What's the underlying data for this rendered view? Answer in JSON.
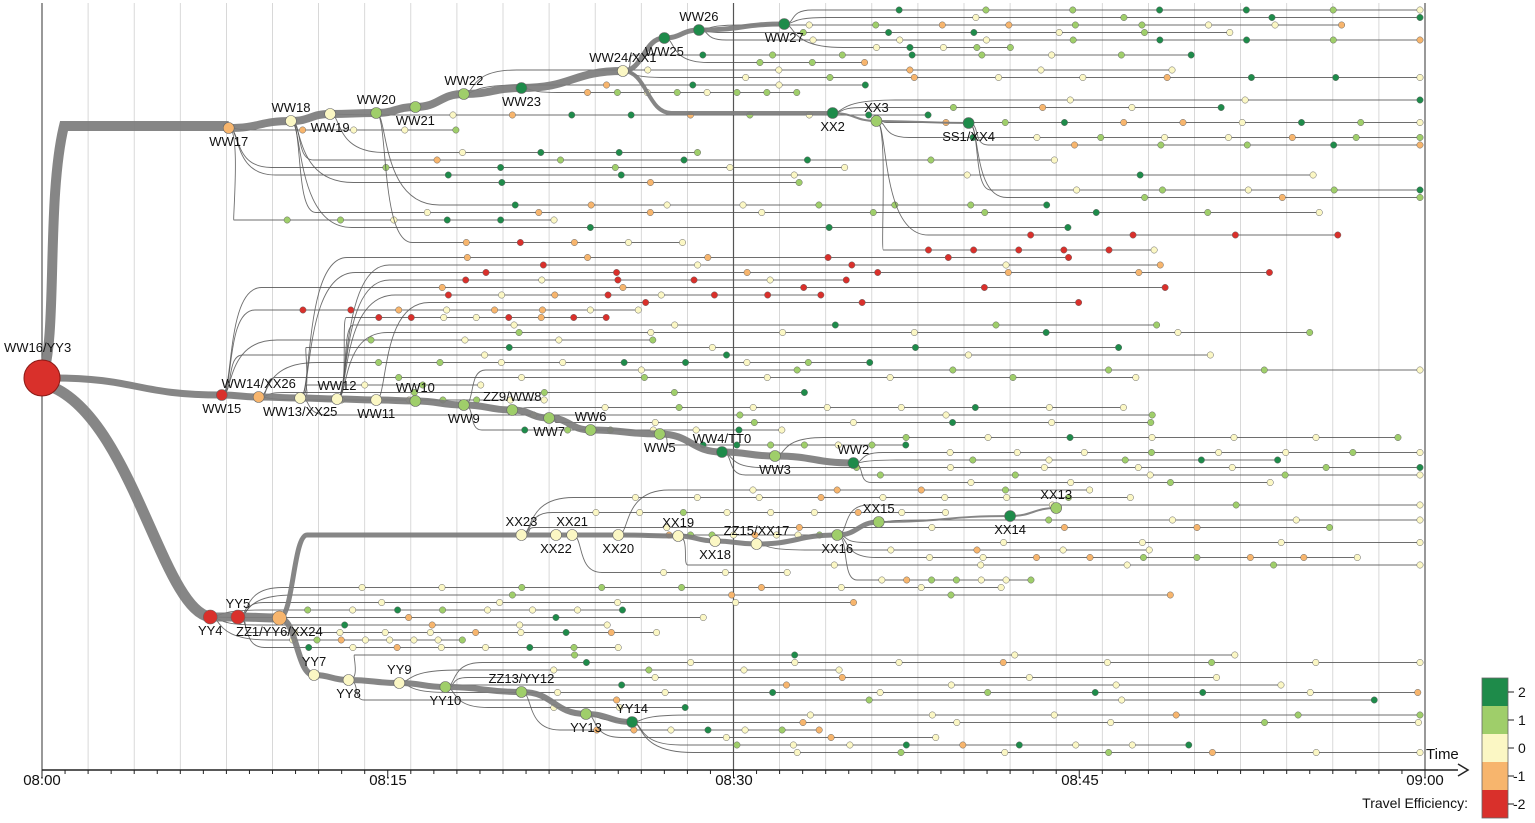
{
  "chart_data": {
    "type": "flow-tree",
    "time_axis": {
      "title": "Time",
      "ticks": [
        "08:00",
        "08:15",
        "08:30",
        "08:45",
        "09:00"
      ]
    },
    "legend": {
      "title": "Travel Efficiency:",
      "placement": "bottom-right",
      "entries": [
        {
          "label": "2",
          "color": "#1e8b4a"
        },
        {
          "label": "1",
          "color": "#9fce6a"
        },
        {
          "label": "0",
          "color": "#fbf7c4"
        },
        {
          "label": "-1",
          "color": "#f7b56d"
        },
        {
          "label": "-2",
          "color": "#d9302b"
        }
      ]
    },
    "root": {
      "label": "WW16/YY3",
      "time_min": 0,
      "efficiency": -2
    },
    "nodes": [
      {
        "label": "WW17",
        "time_min": 8.1,
        "efficiency": -1
      },
      {
        "label": "WW18",
        "time_min": 10.8,
        "efficiency": 0
      },
      {
        "label": "WW19",
        "time_min": 12.5,
        "efficiency": 0
      },
      {
        "label": "WW20",
        "time_min": 14.5,
        "efficiency": 1
      },
      {
        "label": "WW21",
        "time_min": 16.2,
        "efficiency": 1
      },
      {
        "label": "WW22",
        "time_min": 18.3,
        "efficiency": 1
      },
      {
        "label": "WW23",
        "time_min": 20.8,
        "efficiency": 2
      },
      {
        "label": "WW24/XX1",
        "time_min": 25.2,
        "efficiency": 0
      },
      {
        "label": "WW25",
        "time_min": 27.0,
        "efficiency": 2
      },
      {
        "label": "WW26",
        "time_min": 28.5,
        "efficiency": 2
      },
      {
        "label": "WW27",
        "time_min": 32.2,
        "efficiency": 2
      },
      {
        "label": "XX2",
        "time_min": 34.3,
        "efficiency": 2
      },
      {
        "label": "XX3",
        "time_min": 36.2,
        "efficiency": 1
      },
      {
        "label": "SS1/XX4",
        "time_min": 40.2,
        "efficiency": 2
      },
      {
        "label": "WW15",
        "time_min": 7.8,
        "efficiency": -2
      },
      {
        "label": "WW14/XX26",
        "time_min": 9.4,
        "efficiency": -1
      },
      {
        "label": "WW13/XX25",
        "time_min": 11.2,
        "efficiency": 0
      },
      {
        "label": "WW12",
        "time_min": 12.8,
        "efficiency": 0
      },
      {
        "label": "WW11",
        "time_min": 14.5,
        "efficiency": 0
      },
      {
        "label": "WW10",
        "time_min": 16.2,
        "efficiency": 1
      },
      {
        "label": "WW9",
        "time_min": 18.3,
        "efficiency": 1
      },
      {
        "label": "ZZ9/WW8",
        "time_min": 20.4,
        "efficiency": 1
      },
      {
        "label": "WW7",
        "time_min": 22.0,
        "efficiency": 1
      },
      {
        "label": "WW6",
        "time_min": 23.8,
        "efficiency": 1
      },
      {
        "label": "WW5",
        "time_min": 26.8,
        "efficiency": 1
      },
      {
        "label": "WW4/TT0",
        "time_min": 29.5,
        "efficiency": 2
      },
      {
        "label": "WW3",
        "time_min": 31.8,
        "efficiency": 1
      },
      {
        "label": "WW2",
        "time_min": 35.2,
        "efficiency": 2
      },
      {
        "label": "YY4",
        "time_min": 7.3,
        "efficiency": -2
      },
      {
        "label": "YY5",
        "time_min": 8.5,
        "efficiency": -2
      },
      {
        "label": "ZZ1/YY6/XX24",
        "time_min": 10.3,
        "efficiency": -1
      },
      {
        "label": "YY7",
        "time_min": 11.8,
        "efficiency": 0
      },
      {
        "label": "YY8",
        "time_min": 13.3,
        "efficiency": 0
      },
      {
        "label": "YY9",
        "time_min": 15.5,
        "efficiency": 0
      },
      {
        "label": "YY10",
        "time_min": 17.5,
        "efficiency": 1
      },
      {
        "label": "ZZ13/YY12",
        "time_min": 20.8,
        "efficiency": 1
      },
      {
        "label": "YY13",
        "time_min": 23.6,
        "efficiency": 1
      },
      {
        "label": "YY14",
        "time_min": 25.6,
        "efficiency": 2
      },
      {
        "label": "XX23",
        "time_min": 20.8,
        "efficiency": 0
      },
      {
        "label": "XX22",
        "time_min": 22.3,
        "efficiency": 0
      },
      {
        "label": "XX21",
        "time_min": 23.0,
        "efficiency": 0
      },
      {
        "label": "XX20",
        "time_min": 25.0,
        "efficiency": 0
      },
      {
        "label": "XX19",
        "time_min": 27.6,
        "efficiency": 0
      },
      {
        "label": "XX18",
        "time_min": 29.2,
        "efficiency": 0
      },
      {
        "label": "ZZ15/XX17",
        "time_min": 31.0,
        "efficiency": 0
      },
      {
        "label": "XX16",
        "time_min": 34.5,
        "efficiency": 1
      },
      {
        "label": "XX15",
        "time_min": 36.3,
        "efficiency": 1
      },
      {
        "label": "XX14",
        "time_min": 42.0,
        "efficiency": 2
      },
      {
        "label": "XX13",
        "time_min": 44.0,
        "efficiency": 1
      }
    ]
  }
}
